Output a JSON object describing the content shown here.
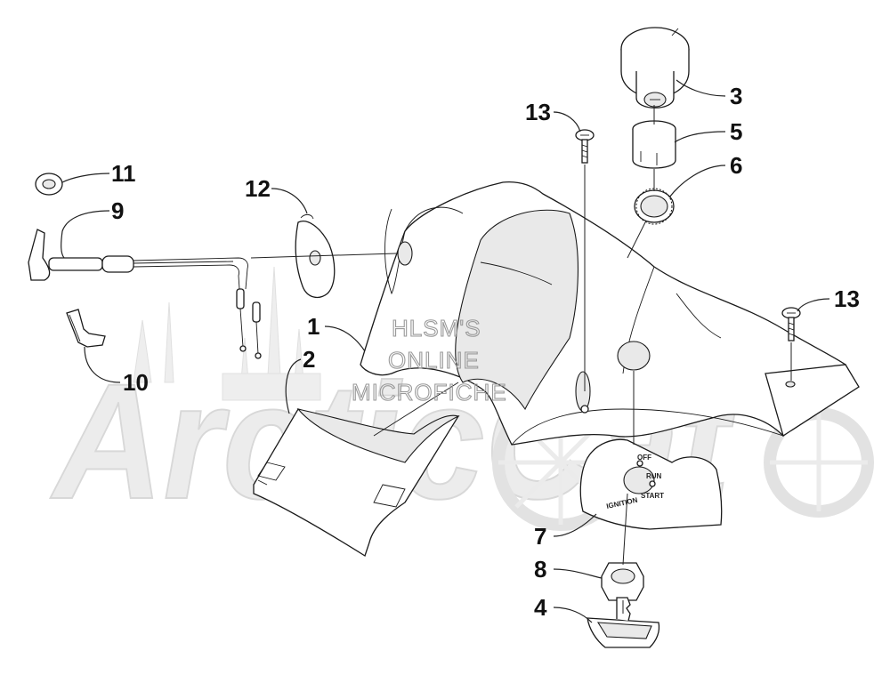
{
  "watermark": {
    "brand": "ArcticCat",
    "line1": "HLSM'S",
    "line2": "ONLINE",
    "line3": "MICROFICHE"
  },
  "ignition_plate": {
    "off": "OFF",
    "run": "RUN",
    "start": "START",
    "ignition": "IGNITION"
  },
  "callouts": [
    {
      "id": "1",
      "label": "1"
    },
    {
      "id": "2",
      "label": "2"
    },
    {
      "id": "3",
      "label": "3"
    },
    {
      "id": "4",
      "label": "4"
    },
    {
      "id": "5",
      "label": "5"
    },
    {
      "id": "6",
      "label": "6"
    },
    {
      "id": "7",
      "label": "7"
    },
    {
      "id": "8",
      "label": "8"
    },
    {
      "id": "9",
      "label": "9"
    },
    {
      "id": "10",
      "label": "10"
    },
    {
      "id": "11",
      "label": "11"
    },
    {
      "id": "12",
      "label": "12"
    },
    {
      "id": "13a",
      "label": "13"
    },
    {
      "id": "13b",
      "label": "13"
    }
  ]
}
